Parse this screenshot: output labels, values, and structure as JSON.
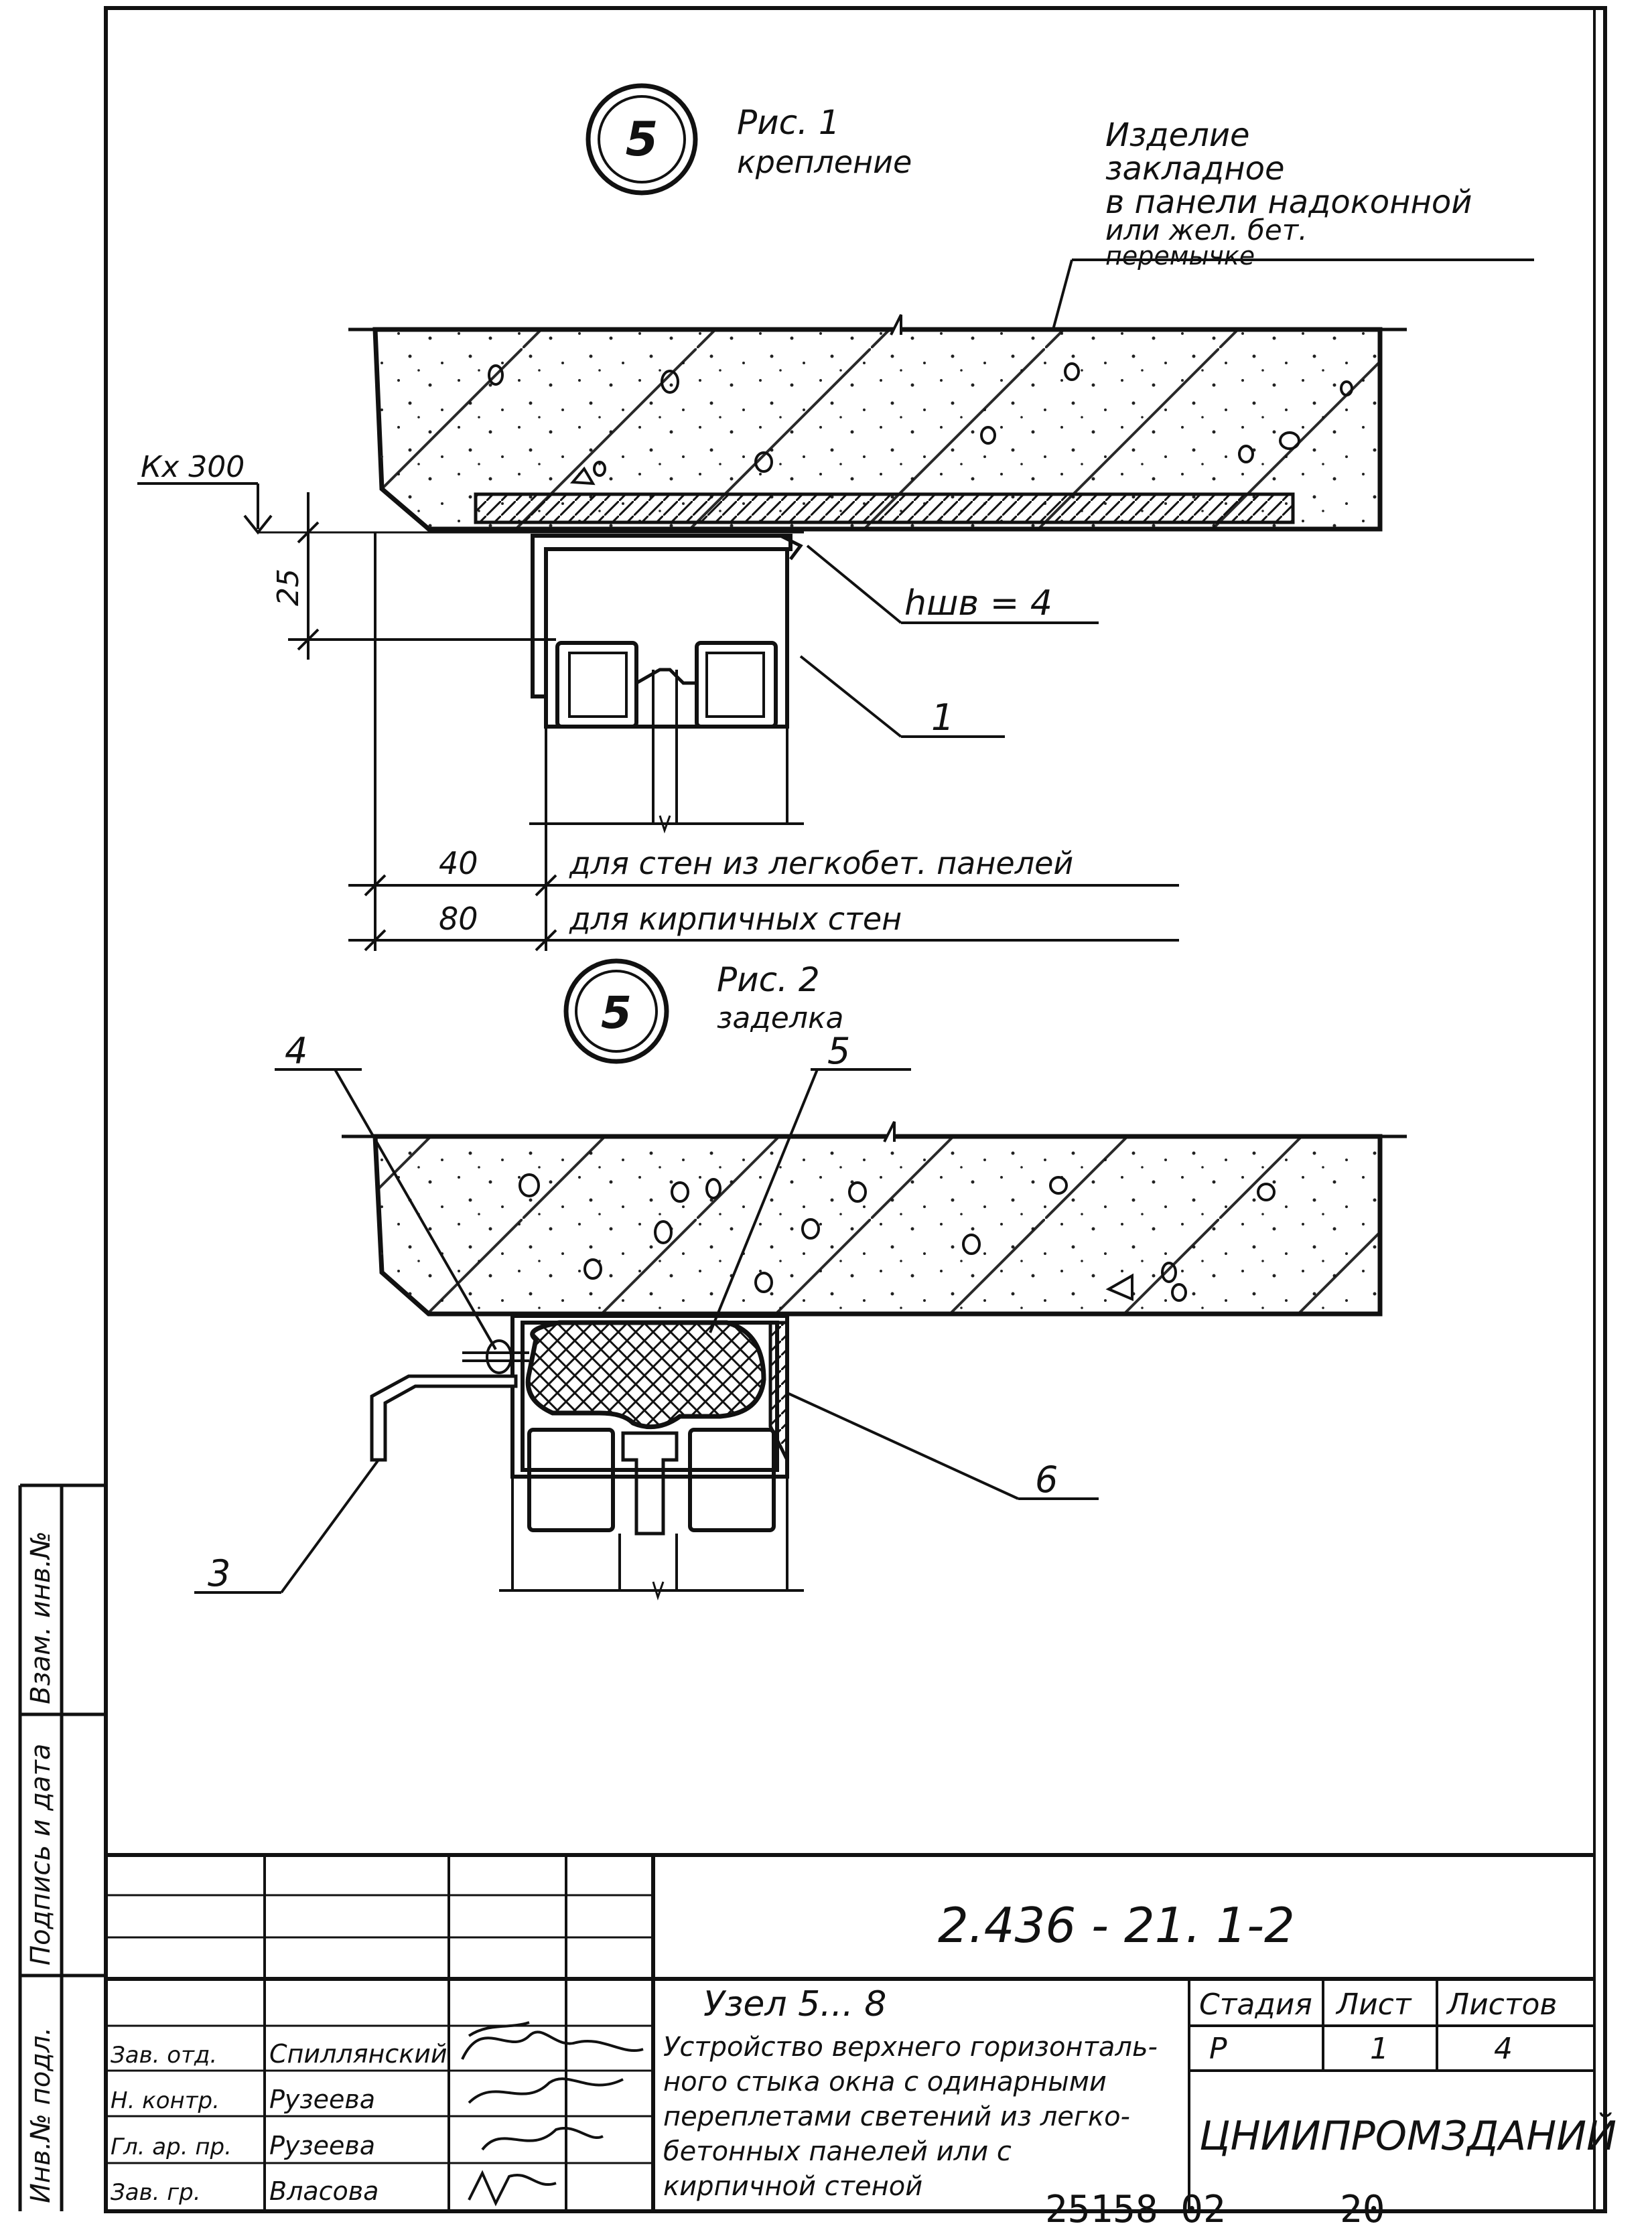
{
  "figure1": {
    "node_number": "5",
    "caption_line1": "Рис. 1",
    "caption_line2": "крепление",
    "callout_line1": "Изделие",
    "callout_line2": "закладное",
    "callout_line3": "в панели надоконной",
    "callout_line4": "или жел. бет.",
    "callout_line5": "перемычке",
    "level_mark": "Кх 300",
    "dim_25": "25",
    "weld_label": "hшв = 4",
    "item_1": "1",
    "dim_40": "40",
    "note_40": "для стен из легкобет. панелей",
    "dim_80": "80",
    "note_80": "для кирпичных стен"
  },
  "figure2": {
    "node_number": "5",
    "caption_line1": "Рис. 2",
    "caption_line2": "заделка",
    "item_3": "3",
    "item_4": "4",
    "item_5": "5",
    "item_6": "6"
  },
  "side_stamps": {
    "inv_orig": "Инв.№ подл.",
    "sign_date": "Подпись и дата",
    "inv_replace": "Взам. инв.№"
  },
  "title_block": {
    "designation": "2.436 - 21. 1-2",
    "node_title": "Узел 5... 8",
    "description_line1": "Устройство верхнего горизонталь-",
    "description_line2": "ного стыка окна с одинарными",
    "description_line3": "переплетами светений из легко-",
    "description_line4": "бетонных панелей или с",
    "description_line5": "кирпичной стеной",
    "stage_header": "Стадия",
    "sheet_header": "Лист",
    "sheets_header": "Листов",
    "stage_value": "Р",
    "sheet_value": "1",
    "sheets_value": "4",
    "organization": "ЦНИИПРОМЗДАНИЙ",
    "roles": [
      {
        "role": "Зав. отд.",
        "name": "Спиллянский"
      },
      {
        "role": "Н. контр.",
        "name": "Рузеева"
      },
      {
        "role": "Гл. ар. пр.",
        "name": "Рузеева"
      },
      {
        "role": "Зав. гр.",
        "name": "Власова"
      }
    ]
  },
  "footer": {
    "archive_number": "25158-02",
    "page_number": "20"
  }
}
